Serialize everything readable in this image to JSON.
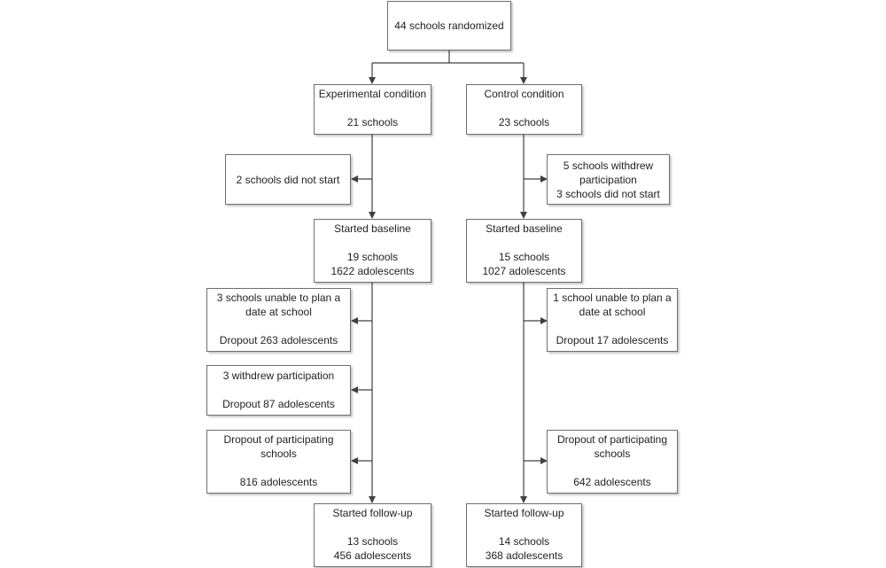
{
  "colors": {
    "line": "#404040",
    "box_border": "#6f6f6f",
    "text": "#222222"
  },
  "nodes": {
    "randomized": [
      "44 schools randomized"
    ],
    "exp_condition": [
      "Experimental condition",
      "",
      "21 schools"
    ],
    "ctrl_condition": [
      "Control condition",
      "",
      "23 schools"
    ],
    "exp_not_start": [
      "2 schools did not start"
    ],
    "ctrl_withdrew": [
      "5 schools withdrew",
      "participation",
      "3 schools did not start"
    ],
    "exp_baseline": [
      "Started baseline",
      "",
      "19 schools",
      "1622 adolescents"
    ],
    "ctrl_baseline": [
      "Started baseline",
      "",
      "15 schools",
      "1027 adolescents"
    ],
    "exp_unable": [
      "3 schools unable to plan a",
      "date at school",
      "",
      "Dropout 263 adolescents"
    ],
    "ctrl_unable": [
      "1 school unable to plan a",
      "date at school",
      "",
      "Dropout 17 adolescents"
    ],
    "exp_withdrew": [
      "3 withdrew participation",
      "",
      "Dropout 87 adolescents"
    ],
    "exp_dropout": [
      "Dropout of participating",
      "schools",
      "",
      "816 adolescents"
    ],
    "ctrl_dropout": [
      "Dropout of participating",
      "schools",
      "",
      "642 adolescents"
    ],
    "exp_followup": [
      "Started follow-up",
      "",
      "13 schools",
      "456 adolescents"
    ],
    "ctrl_followup": [
      "Started follow-up",
      "",
      "14 schools",
      "368 adolescents"
    ]
  }
}
